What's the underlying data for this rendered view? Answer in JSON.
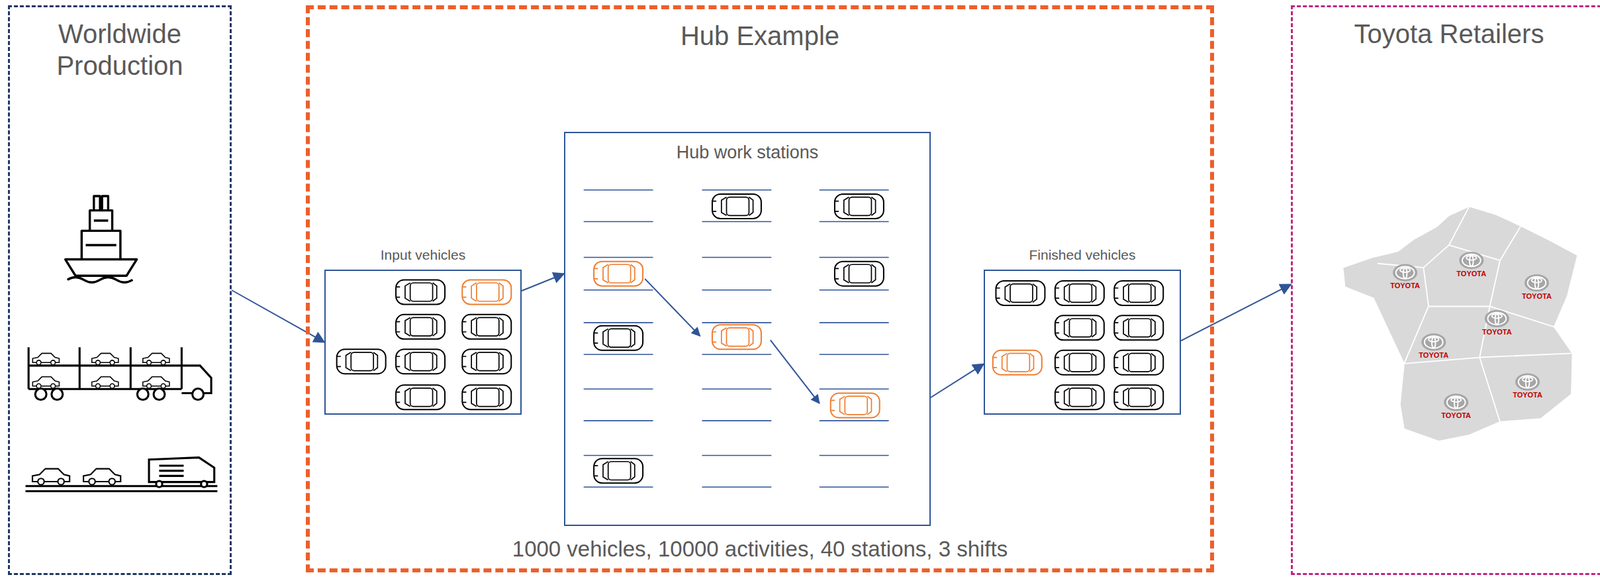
{
  "diagram": {
    "nodes": [
      {
        "text": [
          "Worldwide Production"
        ]
      },
      {
        "text": [
          "Hub Example",
          "1000 vehicles, 10000 activities, 40 stations, 3 shifts"
        ]
      },
      {
        "text": [
          "Toyota Retailers"
        ]
      },
      {
        "text": [
          "Input vehicles"
        ],
        "in": 1
      },
      {
        "text": [
          "Hub work stations"
        ],
        "in": 1
      },
      {
        "text": [
          "Finished vehicles"
        ],
        "in": 1
      }
    ],
    "edges": [
      {
        "from": 0,
        "to": 3,
        "arrow": "to"
      },
      {
        "from": 3,
        "to": 4,
        "arrow": "to"
      },
      {
        "from": 4,
        "to": 5,
        "arrow": "to"
      },
      {
        "from": 5,
        "to": 2,
        "arrow": "to"
      }
    ],
    "labels": [
      "TOYOTA",
      "TOYOTA",
      "TOYOTA",
      "TOYOTA",
      "TOYOTA",
      "TOYOTA",
      "TOYOTA"
    ]
  }
}
